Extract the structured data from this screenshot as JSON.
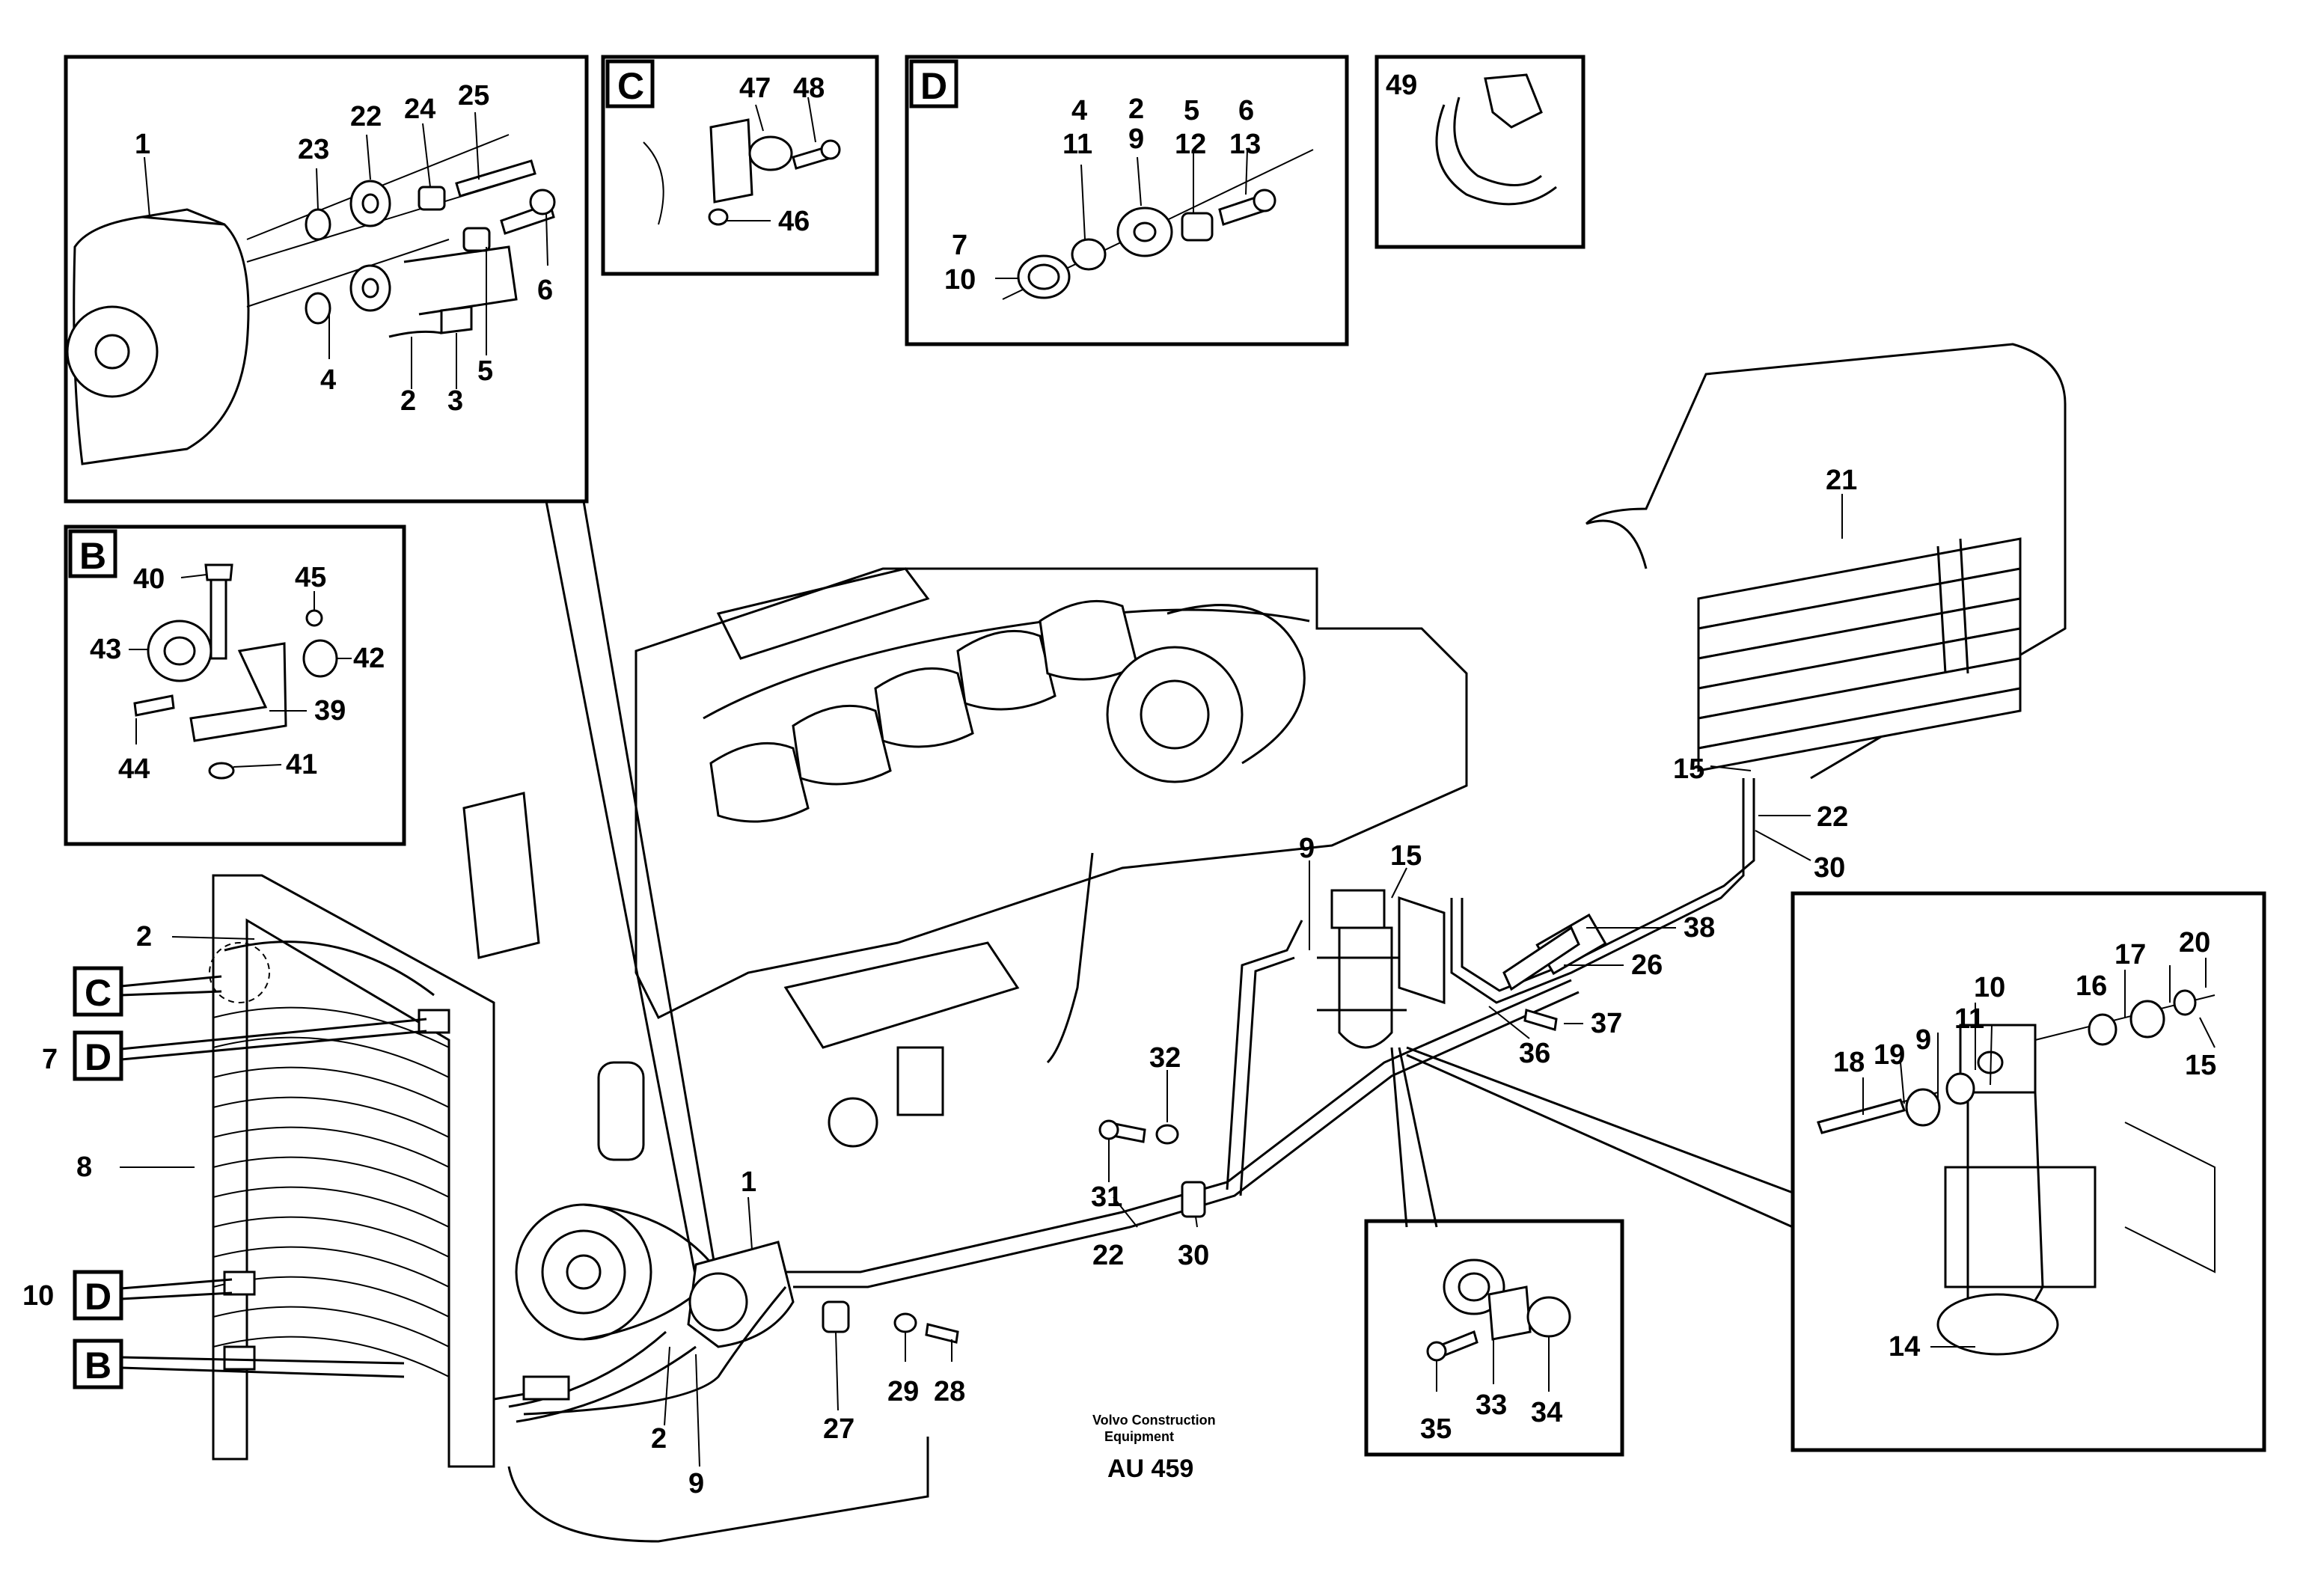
{
  "footer": {
    "brand_line1": "Volvo Construction",
    "brand_line2": "Equipment",
    "code": "AU 459"
  },
  "detail_tags": {
    "B": "B",
    "C": "C",
    "D": "D"
  },
  "labels": {
    "inset_top_left": [
      "1",
      "23",
      "22",
      "24",
      "25",
      "6",
      "4",
      "5",
      "2",
      "3"
    ],
    "inset_C": [
      "47",
      "48",
      "46"
    ],
    "inset_D": [
      "4",
      "11",
      "2",
      "9",
      "5",
      "12",
      "6",
      "13",
      "7",
      "10"
    ],
    "inset_49": [
      "49"
    ],
    "inset_B": [
      "40",
      "45",
      "43",
      "42",
      "39",
      "44",
      "41"
    ],
    "main": [
      "2",
      "7",
      "8",
      "10",
      "1",
      "2",
      "9",
      "27",
      "29",
      "28",
      "22",
      "30",
      "31",
      "32",
      "9",
      "15",
      "26",
      "38",
      "37",
      "36",
      "21",
      "15",
      "22",
      "30"
    ],
    "inset_bottom_mid": [
      "35",
      "33",
      "34"
    ],
    "inset_right": [
      "10",
      "17",
      "20",
      "16",
      "11",
      "9",
      "19",
      "18",
      "15",
      "14"
    ]
  }
}
